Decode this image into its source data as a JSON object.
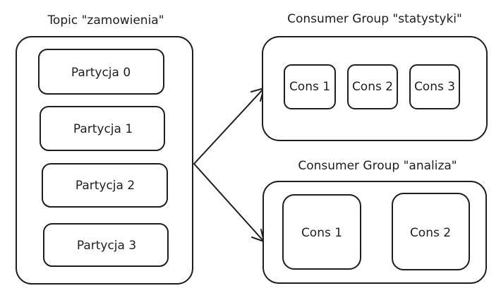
{
  "topic": {
    "title": "Topic \"zamowienia\"",
    "partitions": [
      "Partycja 0",
      "Partycja 1",
      "Partycja 2",
      "Partycja 3"
    ]
  },
  "group_statystyki": {
    "title": "Consumer Group \"statystyki\"",
    "consumers": [
      "Cons 1",
      "Cons 2",
      "Cons 3"
    ]
  },
  "group_analiza": {
    "title": "Consumer Group \"analiza\"",
    "consumers": [
      "Cons 1",
      "Cons 2"
    ]
  },
  "colors": {
    "stroke": "#1e1e1e",
    "background": "#ffffff"
  }
}
